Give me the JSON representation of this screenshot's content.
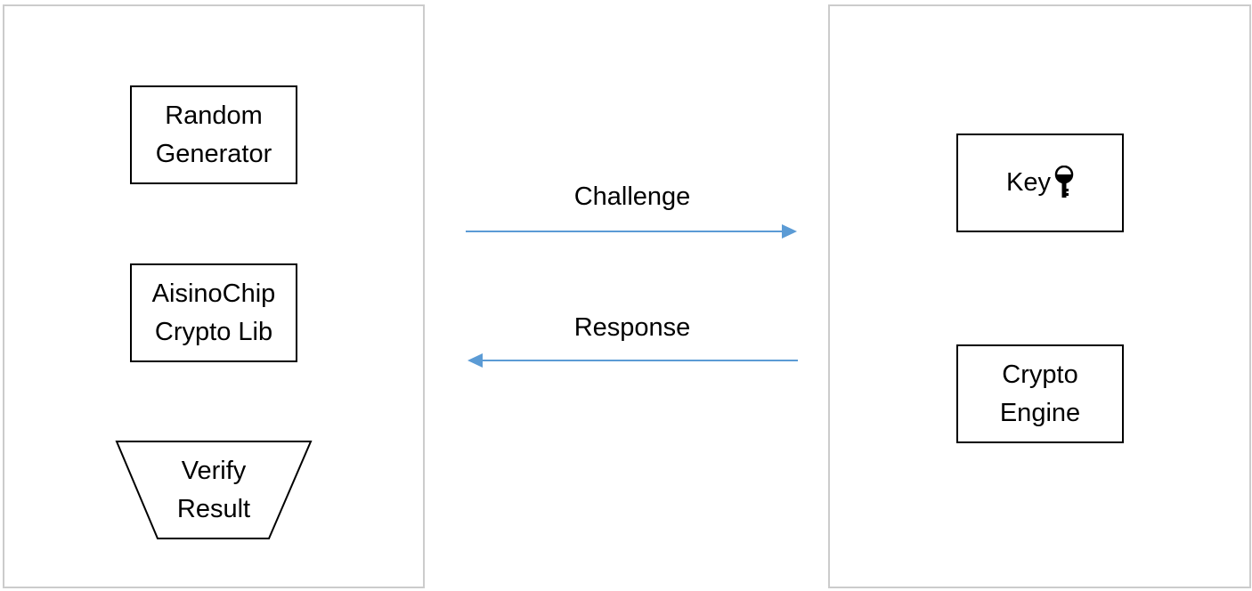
{
  "left_panel": {
    "random_generator": [
      "Random",
      "Generator"
    ],
    "crypto_lib": [
      "AisinoChip",
      "Crypto Lib"
    ],
    "verify_result": [
      "Verify",
      "Result"
    ]
  },
  "right_panel": {
    "key": "Key",
    "crypto_engine": [
      "Crypto",
      "Engine"
    ]
  },
  "arrows": {
    "challenge": "Challenge",
    "response": "Response",
    "color": "#5b9bd5"
  }
}
